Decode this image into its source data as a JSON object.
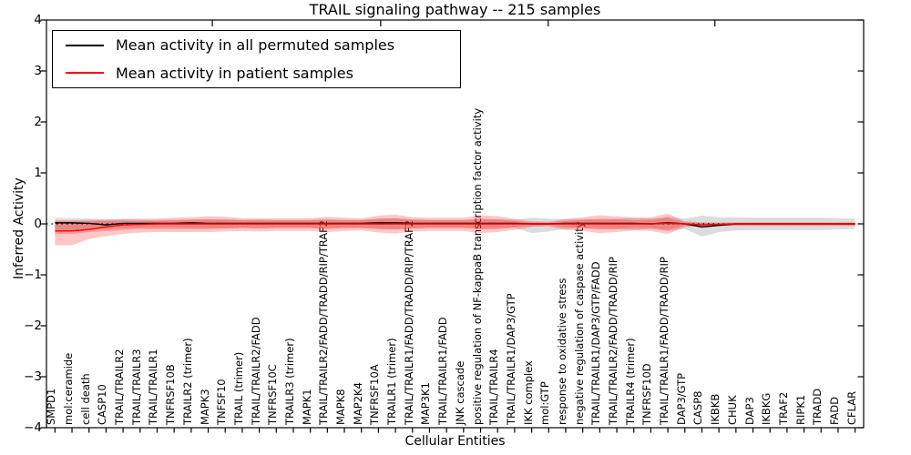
{
  "title": "TRAIL signaling pathway -- 215 samples",
  "legend": {
    "items": [
      {
        "label": "Mean activity in all permuted samples",
        "color": "#000000"
      },
      {
        "label": "Mean activity in patient samples",
        "color": "#ff0000"
      }
    ]
  },
  "axes": {
    "xlabel": "Cellular Entities",
    "ylabel": "Inferred Activity",
    "ytick_labels": [
      "4",
      "3",
      "2",
      "1",
      "0",
      "−1",
      "−2",
      "−3",
      "−4"
    ]
  },
  "chart_data": {
    "type": "line",
    "title": "TRAIL signaling pathway -- 215 samples",
    "xlabel": "Cellular Entities",
    "ylabel": "Inferred Activity",
    "ylim": [
      -4,
      4
    ],
    "yticks": [
      4,
      3,
      2,
      1,
      0,
      -1,
      -2,
      -3,
      -4
    ],
    "grid": false,
    "legend_position": "upper left",
    "zero_line": {
      "style": "dotted",
      "color": "#000000",
      "y": 0
    },
    "categories": [
      "SMPD1",
      "mol:ceramide",
      "cell death",
      "CASP10",
      "TRAIL/TRAILR2",
      "TRAIL/TRAILR3",
      "TRAIL/TRAILR1",
      "TNFRSF10B",
      "TRAILR2 (trimer)",
      "MAPK3",
      "TNFSF10",
      "TRAIL (trimer)",
      "TRAIL/TRAILR2/FADD",
      "TNFRSF10C",
      "TRAILR3 (trimer)",
      "MAPK1",
      "TRAIL/TRAILR2/FADD/TRADD/RIP/TRAF2",
      "MAPK8",
      "MAP2K4",
      "TNFRSF10A",
      "TRAILR1 (trimer)",
      "TRAIL/TRAILR1/FADD/TRADD/RIP/TRAF2",
      "MAP3K1",
      "TRAIL/TRAILR1/FADD",
      "JNK cascade",
      "positive regulation of NF-kappaB transcription factor activity",
      "TRAIL/TRAILR4",
      "TRAIL/TRAILR1/DAP3/GTP",
      "IKK complex",
      "mol:GTP",
      "response to oxidative stress",
      "negative regulation of caspase activity",
      "TRAIL/TRAILR1/DAP3/GTP/FADD",
      "TRAIL/TRAILR2/FADD/TRADD/RIP",
      "TRAILR4 (trimer)",
      "TNFRSF10D",
      "TRAIL/TRAILR1/FADD/TRADD/RIP",
      "DAP3/GTP",
      "CASP8",
      "IKBKB",
      "CHUK",
      "DAP3",
      "IKBKG",
      "TRAF2",
      "RIPK1",
      "TRADD",
      "FADD",
      "CFLAR"
    ],
    "series": [
      {
        "name": "Mean activity in all permuted samples",
        "color": "#000000",
        "values": [
          0.02,
          0.02,
          0.01,
          -0.02,
          0.01,
          0.01,
          0.01,
          0.01,
          0.02,
          0.01,
          0.01,
          0.01,
          0.01,
          0.01,
          0.01,
          0.01,
          0.01,
          0.01,
          0.01,
          0.02,
          0.02,
          0.01,
          0.01,
          0.01,
          0.01,
          0.01,
          0.01,
          0.01,
          0.0,
          0.0,
          0.01,
          0.01,
          0.01,
          0.01,
          0.01,
          0.0,
          0.02,
          0.0,
          -0.06,
          -0.03,
          0.0,
          0.0,
          0.0,
          0.0,
          0.0,
          0.0,
          0.0,
          0.0
        ]
      },
      {
        "name": "Mean activity in patient samples",
        "color": "#ff0000",
        "values": [
          -0.14,
          -0.14,
          -0.11,
          -0.06,
          -0.02,
          -0.01,
          0.0,
          0.0,
          0.0,
          0.0,
          0.0,
          0.0,
          0.0,
          0.0,
          0.0,
          0.0,
          0.0,
          0.0,
          0.0,
          0.0,
          0.0,
          0.0,
          0.0,
          0.0,
          0.0,
          0.0,
          0.0,
          0.0,
          0.0,
          0.0,
          0.0,
          0.0,
          0.0,
          0.0,
          0.0,
          0.0,
          0.01,
          0.0,
          -0.02,
          -0.01,
          0.0,
          0.0,
          0.0,
          0.0,
          0.0,
          0.0,
          0.0,
          0.0
        ]
      }
    ],
    "bands": [
      {
        "name": "permuted-samples-std-band",
        "color": "#808080",
        "opacity": 0.28,
        "upper": [
          0.12,
          0.11,
          0.1,
          0.09,
          0.09,
          0.08,
          0.08,
          0.08,
          0.09,
          0.09,
          0.09,
          0.08,
          0.09,
          0.08,
          0.08,
          0.08,
          0.09,
          0.08,
          0.08,
          0.1,
          0.11,
          0.09,
          0.08,
          0.08,
          0.08,
          0.09,
          0.09,
          0.08,
          0.12,
          0.1,
          0.09,
          0.09,
          0.09,
          0.1,
          0.12,
          0.1,
          0.14,
          0.1,
          0.16,
          0.13,
          0.13,
          0.12,
          0.12,
          0.12,
          0.12,
          0.12,
          0.11,
          0.1
        ],
        "lower": [
          -0.15,
          -0.13,
          -0.11,
          -0.1,
          -0.09,
          -0.08,
          -0.08,
          -0.08,
          -0.09,
          -0.09,
          -0.09,
          -0.08,
          -0.09,
          -0.08,
          -0.08,
          -0.08,
          -0.09,
          -0.08,
          -0.08,
          -0.1,
          -0.11,
          -0.09,
          -0.08,
          -0.08,
          -0.08,
          -0.09,
          -0.09,
          -0.08,
          -0.18,
          -0.15,
          -0.1,
          -0.09,
          -0.09,
          -0.1,
          -0.12,
          -0.1,
          -0.14,
          -0.1,
          -0.25,
          -0.16,
          -0.13,
          -0.12,
          -0.12,
          -0.12,
          -0.12,
          -0.12,
          -0.11,
          -0.1
        ]
      },
      {
        "name": "patient-samples-std-band-outer",
        "color": "#ff0000",
        "opacity": 0.22,
        "upper": [
          0.07,
          0.07,
          0.08,
          0.08,
          0.1,
          0.1,
          0.1,
          0.12,
          0.13,
          0.15,
          0.14,
          0.11,
          0.11,
          0.11,
          0.11,
          0.11,
          0.14,
          0.12,
          0.11,
          0.16,
          0.18,
          0.13,
          0.12,
          0.12,
          0.12,
          0.17,
          0.15,
          0.1,
          0.05,
          0.04,
          0.1,
          0.13,
          0.17,
          0.15,
          0.12,
          0.13,
          0.2,
          0.05,
          0.03,
          0.03,
          0.03,
          0.03,
          0.03,
          0.03,
          0.03,
          0.03,
          0.03,
          0.03
        ],
        "lower": [
          -0.42,
          -0.42,
          -0.3,
          -0.24,
          -0.2,
          -0.17,
          -0.16,
          -0.16,
          -0.16,
          -0.16,
          -0.15,
          -0.14,
          -0.15,
          -0.14,
          -0.14,
          -0.14,
          -0.16,
          -0.14,
          -0.13,
          -0.17,
          -0.19,
          -0.15,
          -0.14,
          -0.14,
          -0.14,
          -0.18,
          -0.16,
          -0.12,
          -0.06,
          -0.05,
          -0.12,
          -0.14,
          -0.18,
          -0.16,
          -0.13,
          -0.14,
          -0.2,
          -0.06,
          -0.04,
          -0.04,
          -0.04,
          -0.04,
          -0.04,
          -0.04,
          -0.04,
          -0.04,
          -0.04,
          -0.04
        ]
      },
      {
        "name": "patient-samples-std-band-inner",
        "color": "#ff0000",
        "opacity": 0.22,
        "upper": [
          0.05,
          0.05,
          0.05,
          0.06,
          0.06,
          0.06,
          0.06,
          0.07,
          0.08,
          0.09,
          0.08,
          0.07,
          0.07,
          0.07,
          0.07,
          0.07,
          0.08,
          0.07,
          0.07,
          0.1,
          0.11,
          0.08,
          0.07,
          0.07,
          0.07,
          0.1,
          0.09,
          0.06,
          0.03,
          0.02,
          0.06,
          0.08,
          0.1,
          0.09,
          0.07,
          0.08,
          0.12,
          0.03,
          0.02,
          0.02,
          0.02,
          0.02,
          0.02,
          0.02,
          0.02,
          0.02,
          0.02,
          0.02
        ],
        "lower": [
          -0.2,
          -0.2,
          -0.16,
          -0.14,
          -0.12,
          -0.1,
          -0.1,
          -0.1,
          -0.1,
          -0.1,
          -0.09,
          -0.08,
          -0.09,
          -0.08,
          -0.08,
          -0.08,
          -0.1,
          -0.08,
          -0.08,
          -0.1,
          -0.11,
          -0.09,
          -0.08,
          -0.08,
          -0.08,
          -0.11,
          -0.1,
          -0.07,
          -0.04,
          -0.03,
          -0.07,
          -0.08,
          -0.11,
          -0.1,
          -0.08,
          -0.08,
          -0.12,
          -0.04,
          -0.03,
          -0.03,
          -0.03,
          -0.03,
          -0.03,
          -0.03,
          -0.03,
          -0.03,
          -0.03,
          -0.03
        ]
      }
    ]
  }
}
